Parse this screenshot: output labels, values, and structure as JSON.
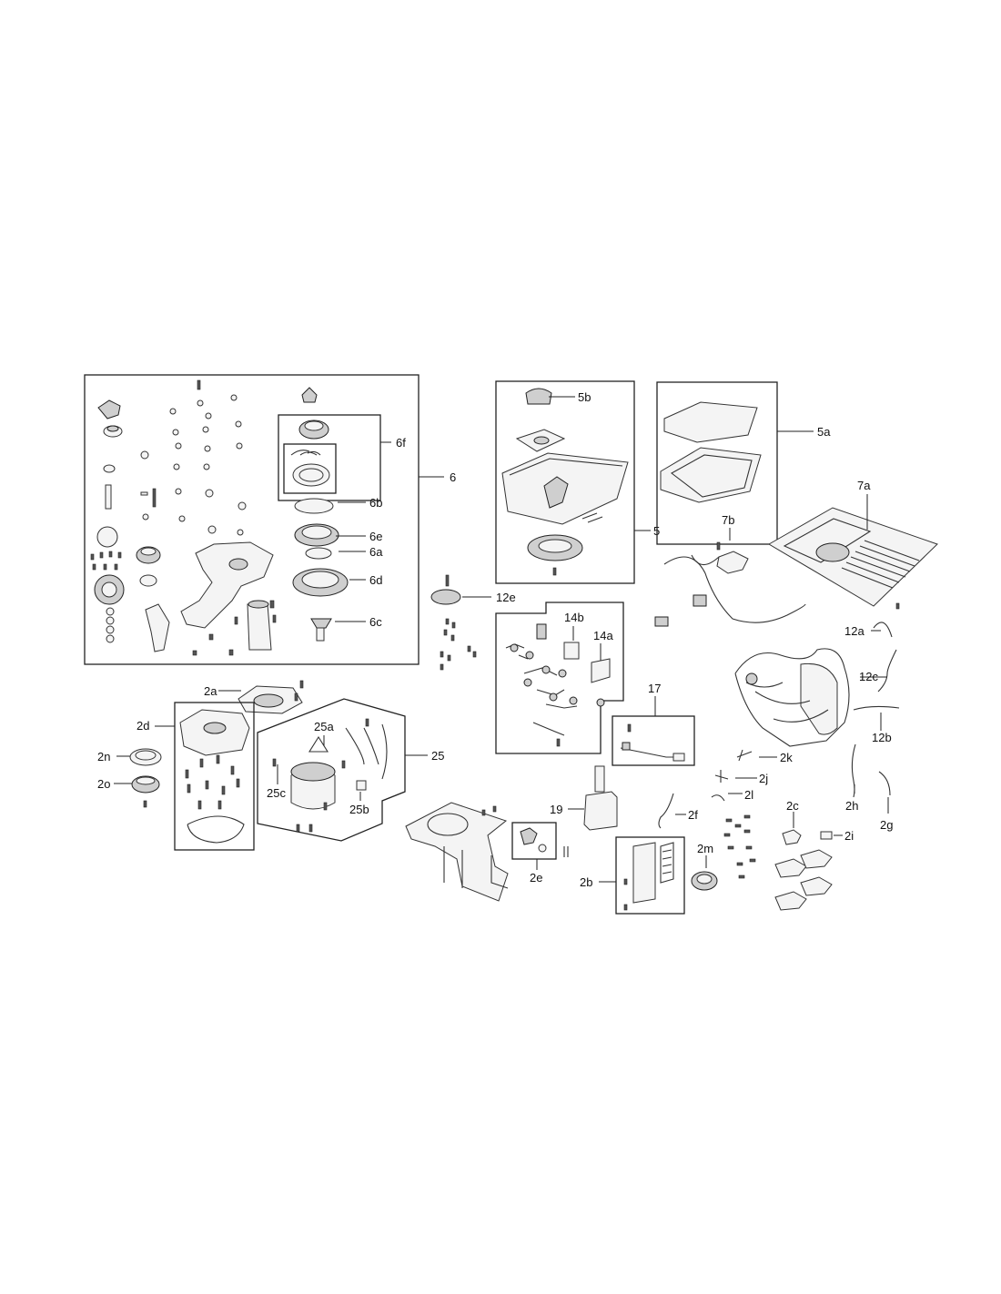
{
  "callouts": {
    "c6": "6",
    "c6f": "6f",
    "c6b": "6b",
    "c6e": "6e",
    "c6a": "6a",
    "c6d": "6d",
    "c6c": "6c",
    "c5b": "5b",
    "c5": "5",
    "c5a": "5a",
    "c7a": "7a",
    "c7b": "7b",
    "c12a": "12a",
    "c12c": "12c",
    "c12b": "12b",
    "c12e": "12e",
    "c14b": "14b",
    "c14a": "14a",
    "c17": "17",
    "c2a": "2a",
    "c2d": "2d",
    "c2n": "2n",
    "c2o": "2o",
    "c25a": "25a",
    "c25": "25",
    "c25c": "25c",
    "c25b": "25b",
    "c2k": "2k",
    "c2j": "2j",
    "c2l": "2l",
    "c2f": "2f",
    "c19": "19",
    "c2c": "2c",
    "c2i": "2i",
    "c2h": "2h",
    "c2g": "2g",
    "c2m": "2m",
    "c2e": "2e",
    "c2b": "2b"
  }
}
